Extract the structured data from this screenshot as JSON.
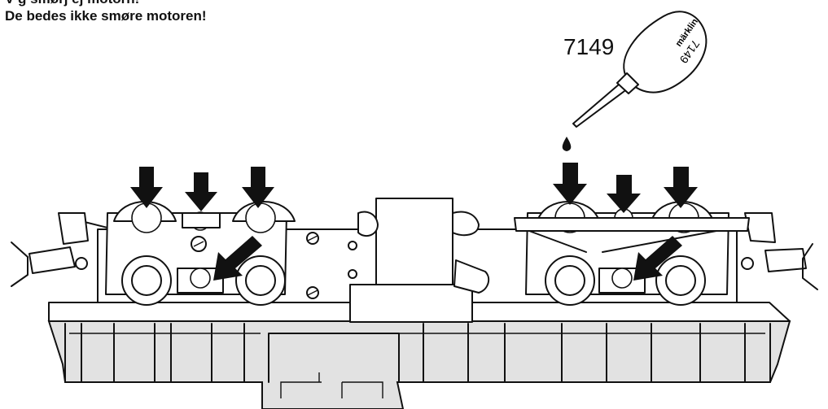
{
  "instructions": {
    "line1": "V g smørj ej motorn!",
    "line2": "De bedes ikke smøre motoren!"
  },
  "oil": {
    "part_number": "7149",
    "bottle_brand": "märklin",
    "bottle_number": "7149"
  },
  "arrows": {
    "count": 8,
    "color": "#111111"
  }
}
